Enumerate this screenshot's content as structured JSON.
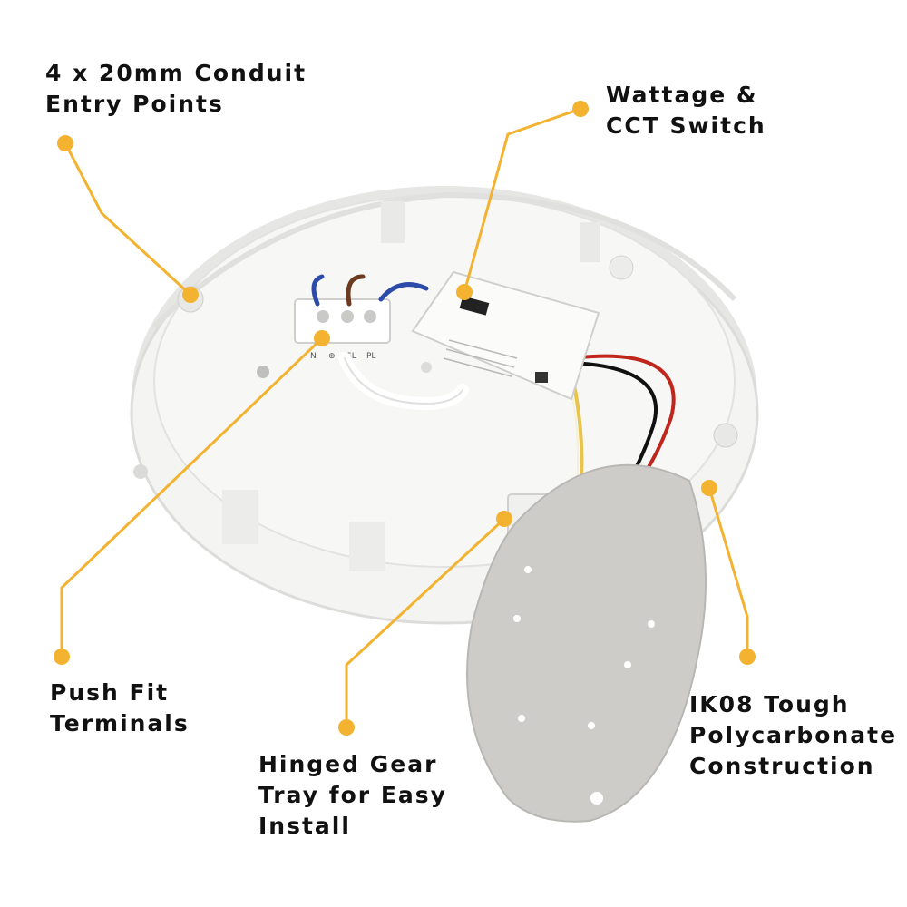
{
  "colors": {
    "callout": "#f3b330",
    "text": "#111111",
    "housing": "#f1f1f0",
    "housing_shadow": "#d9d9d7",
    "gear_tray": "#c9c8c5"
  },
  "callouts": {
    "conduit": {
      "lines": [
        "4 x 20mm Conduit",
        "Entry Points"
      ]
    },
    "wattage": {
      "lines": [
        "Wattage &",
        "CCT Switch"
      ]
    },
    "terminals": {
      "lines": [
        "Push Fit",
        "Terminals"
      ]
    },
    "gear_tray": {
      "lines": [
        "Hinged Gear",
        "Tray for Easy",
        "Install"
      ]
    },
    "construction": {
      "lines": [
        "IK08 Tough",
        "Polycarbonate",
        "Construction"
      ]
    }
  },
  "product": {
    "terminal_marks": [
      "N",
      "⊕",
      "SL",
      "PL"
    ]
  }
}
